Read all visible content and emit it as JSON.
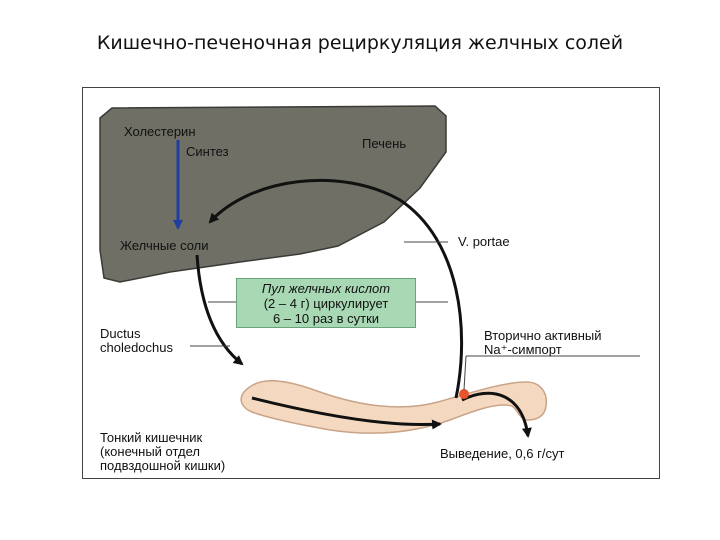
{
  "title": "Кишечно-печеночная рециркуляция желчных солей",
  "labels": {
    "cholesterol": "Холестерин",
    "synthesis": "Синтез",
    "liver": "Печень",
    "bile_salts": "Желчные соли",
    "v_portae": "V. portae",
    "ductus_1": "Ductus",
    "ductus_2": "choledochus",
    "secondary_1": "Вторично активный",
    "secondary_2": "Na⁺-симпорт",
    "intestine_1": "Тонкий кишечник",
    "intestine_2": "(конечный отдел",
    "intestine_3": "подвздошной кишки)",
    "excretion": "Выведение, 0,6 г/сут"
  },
  "pool": {
    "line1": "Пул желчных кислот",
    "line2": "(2 – 4 г) циркулирует",
    "line3": "6 – 10 раз в сутки"
  },
  "colors": {
    "liver": "#6f6f66",
    "intestine": "#f4d9c0",
    "pool_box": "#a8d8b4",
    "synthesis_arrow": "#1f3fa0",
    "transport_marker": "#e8552a"
  }
}
